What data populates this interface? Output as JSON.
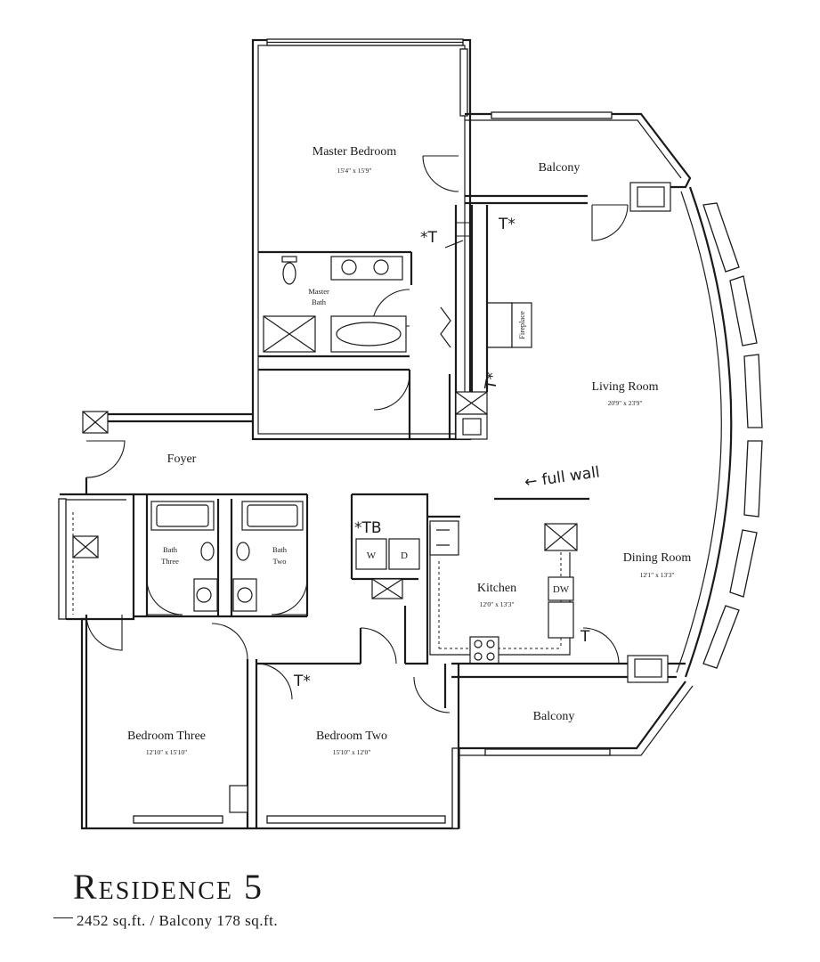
{
  "title": "Residence 5",
  "subtitle": "2452 sq.ft. / Balcony 178 sq.ft.",
  "rooms": {
    "master_bedroom": {
      "name": "Master Bedroom",
      "dim": "15'4\" x 15'9\""
    },
    "master_bath": {
      "line1": "Master",
      "line2": "Bath"
    },
    "balcony_top": {
      "name": "Balcony"
    },
    "living_room": {
      "name": "Living Room",
      "dim": "20'9\" x 23'9\""
    },
    "foyer": {
      "name": "Foyer"
    },
    "dining_room": {
      "name": "Dining Room",
      "dim": "12'1\" x 13'3\""
    },
    "kitchen": {
      "name": "Kitchen",
      "dim": "12'0\" x 13'3\""
    },
    "bath_three": {
      "line1": "Bath",
      "line2": "Three"
    },
    "bath_two": {
      "line1": "Bath",
      "line2": "Two"
    },
    "bedroom_three": {
      "name": "Bedroom Three",
      "dim": "12'10\" x 15'10\""
    },
    "bedroom_two": {
      "name": "Bedroom Two",
      "dim": "15'10\" x 12'0\""
    },
    "balcony_bottom": {
      "name": "Balcony"
    }
  },
  "fixtures": {
    "fireplace": "Fireplace",
    "washer": "W",
    "dryer": "D",
    "dishwasher": "DW"
  },
  "annotations": {
    "full_wall": "← full wall",
    "tb": "*TB",
    "t_marks": [
      "T*",
      "T*",
      "*T",
      "T*",
      "T"
    ]
  }
}
